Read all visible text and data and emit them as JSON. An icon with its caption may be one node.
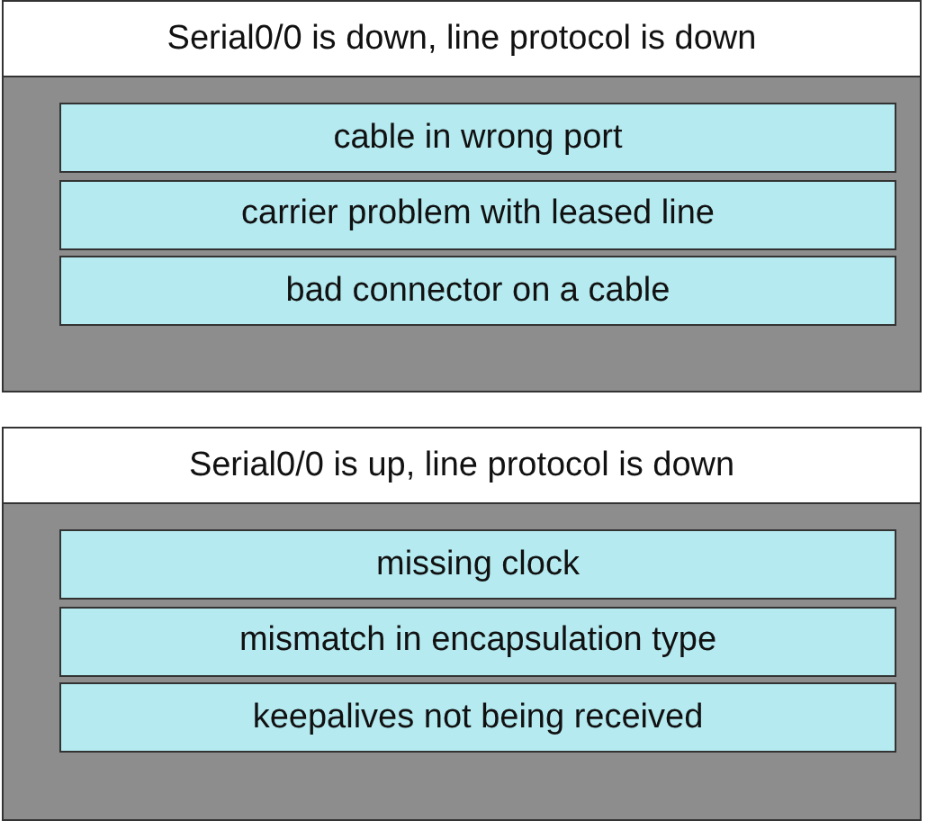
{
  "diagram": {
    "nodes": [
      {
        "text": [
          "Serial0/0 is down, line protocol is down"
        ]
      },
      {
        "text": [
          "cable in wrong port"
        ],
        "in": 0
      },
      {
        "text": [
          "carrier problem with leased line"
        ],
        "in": 0
      },
      {
        "text": [
          "bad connector on a cable"
        ],
        "in": 0
      },
      {
        "text": [
          "Serial0/0 is up, line protocol is down"
        ]
      },
      {
        "text": [
          "missing clock"
        ],
        "in": 4
      },
      {
        "text": [
          "mismatch in encapsulation type"
        ],
        "in": 4
      },
      {
        "text": [
          "keepalives not being received"
        ],
        "in": 4
      }
    ]
  }
}
